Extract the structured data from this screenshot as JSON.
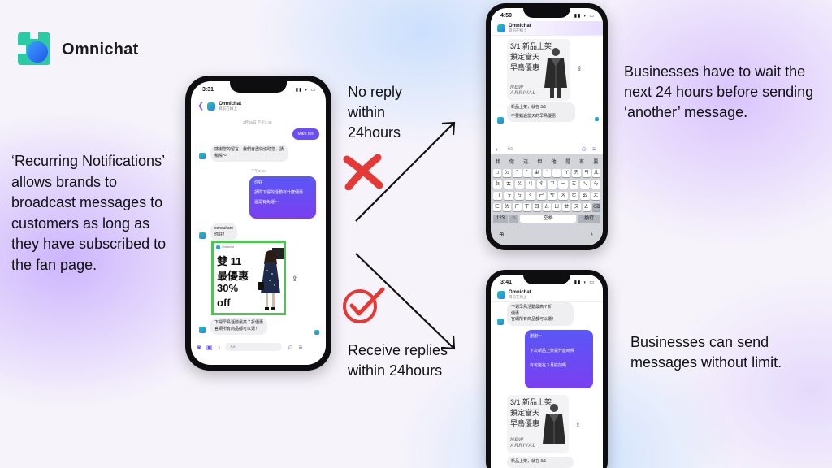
{
  "brand": {
    "name": "Omnichat"
  },
  "left_description": "‘Recurring Notifications’ allows brands to broadcast messages to customers as long as they have subscribed to the fan page.",
  "labels": {
    "no_reply": "No reply within 24hours",
    "receive_replies": "Receive replies within 24hours",
    "business_wait": "Businesses have to wait the next 24 hours before sending ‘another’ message.",
    "business_send": "Businesses can send messages without limit."
  },
  "colors": {
    "accent": "#6a4df5",
    "cross": "#e53935",
    "check": "#e53935",
    "promo_border": "#4cc552"
  },
  "icons": {
    "cross": "cross-mark-icon",
    "check": "check-circle-icon",
    "arrow_up": "arrow-up-right-icon",
    "arrow_down": "arrow-down-right-icon"
  },
  "phone_main": {
    "time": "3:31",
    "contact": "Omnichat",
    "contact_status": "目前在線上",
    "timestamp1": "2月16日 下午3:48",
    "msg_out1": "Mark test",
    "msg_in1": "感謝您的留言，我們會盡快協助您，請稍候～",
    "timestamp2": "下午3:50",
    "msg_out2_line1": "你好",
    "msg_out2_line2": "請問下週的活動有什麼優惠",
    "msg_out2_line3": "還是有免運～",
    "msg_in2_line1": "consultant",
    "msg_in2_line2": "你好！",
    "promo_brand": "Omnichat",
    "promo_line1": "雙 11",
    "promo_line2": "最優惠",
    "promo_line3": "30%",
    "promo_line4": "off",
    "msg_in3_line1": "下週早鳥活動最高７折優惠",
    "msg_in3_line2": "官網所有商品都可以選！",
    "input_placeholder": "Aa"
  },
  "phone_top": {
    "time": "4:50",
    "contact": "Omnichat",
    "contact_status": "目前在線上",
    "card_title_1": "3/1 新品上架",
    "card_title_2": "鎖定當天",
    "card_title_3": "早鳥優惠",
    "card_new": "NEW",
    "card_arrival": "ARRIVAL",
    "msg_line1": "新品上架，就在 3/1",
    "msg_line2": "不要錯過當天的早鳥優惠！",
    "input_placeholder": "Aa",
    "suggestions": [
      "我",
      "你",
      "這",
      "但",
      "他",
      "是",
      "有",
      "要"
    ],
    "kb_row1": [
      "ㄅ",
      "ㄉ",
      "ˇ",
      "ˋ",
      "ㄓ",
      "ˊ",
      "˙",
      "ㄚ",
      "ㄞ",
      "ㄢ",
      "ㄦ"
    ],
    "kb_row2": [
      "ㄆ",
      "ㄊ",
      "ㄍ",
      "ㄐ",
      "ㄔ",
      "ㄗ",
      "ㄧ",
      "ㄛ",
      "ㄟ",
      "ㄣ"
    ],
    "kb_row3": [
      "ㄇ",
      "ㄋ",
      "ㄎ",
      "ㄑ",
      "ㄕ",
      "ㄘ",
      "ㄨ",
      "ㄜ",
      "ㄠ",
      "ㄤ"
    ],
    "kb_row4": [
      "ㄈ",
      "ㄌ",
      "ㄏ",
      "ㄒ",
      "ㄖ",
      "ㄙ",
      "ㄩ",
      "ㄝ",
      "ㄡ",
      "ㄥ",
      "⌫"
    ],
    "kb_num": "123",
    "kb_space": "空格",
    "kb_return": "換行"
  },
  "phone_bottom": {
    "time": "3:41",
    "contact": "Omnichat",
    "contact_status": "目前在線上",
    "msg_in_line1": "下週早鳥活動最高７折",
    "msg_in_line2": "優惠",
    "msg_in_line3": "官網所有商品都可以選！",
    "msg_out_line1": "謝謝～",
    "msg_out_line2": "下次新品上架是什麼時候",
    "msg_out_line3": "有可能在３月底前嗎",
    "card_title_1": "3/1 新品上架",
    "card_title_2": "鎖定當天",
    "card_title_3": "早鳥優惠",
    "card_new": "NEW",
    "card_arrival": "ARRIVAL",
    "msg_bottom": "新品上架，就在 3/1"
  }
}
